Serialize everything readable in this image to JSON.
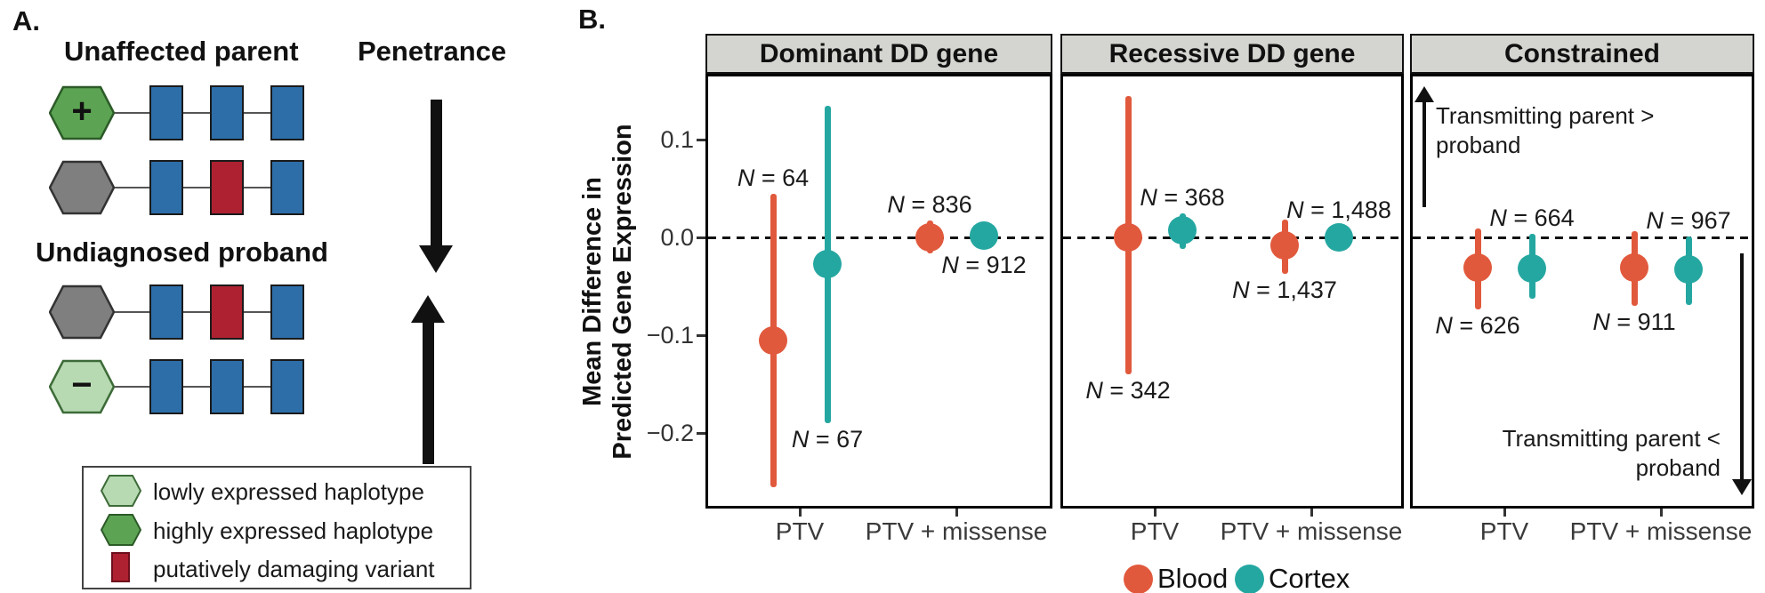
{
  "colors": {
    "blood": "#E1593C",
    "cortex": "#25A7A1",
    "exon_blue": "#2D6EA9",
    "damaging_red": "#AE2130",
    "high_expr_green": "#5CA453",
    "low_expr_green": "#B7DAB2",
    "unknown_gray": "#7F7F7F",
    "facet_header_bg": "#D4D4D0"
  },
  "panel_a": {
    "label": "A.",
    "parent_title": "Unaffected parent",
    "penetrance_title": "Penetrance",
    "proband_title": "Undiagnosed proband",
    "rows": [
      {
        "group": "parent",
        "hexagon": "highly_expressed",
        "symbol": "+",
        "exons": [
          "normal",
          "normal",
          "normal"
        ]
      },
      {
        "group": "parent",
        "hexagon": "unknown",
        "symbol": "",
        "exons": [
          "normal",
          "damaging",
          "normal"
        ]
      },
      {
        "group": "proband",
        "hexagon": "unknown",
        "symbol": "",
        "exons": [
          "normal",
          "damaging",
          "normal"
        ]
      },
      {
        "group": "proband",
        "hexagon": "lowly_expressed",
        "symbol": "−",
        "exons": [
          "normal",
          "normal",
          "normal"
        ]
      }
    ],
    "legend": [
      {
        "swatch": "hexagon_low",
        "label": "lowly expressed haplotype"
      },
      {
        "swatch": "hexagon_high",
        "label": "highly expressed haplotype"
      },
      {
        "swatch": "rect_damaging",
        "label": "putatively damaging variant"
      }
    ]
  },
  "panel_b_label": "B.",
  "chart_data": {
    "type": "pointrange",
    "ylabel": "Mean Difference in Predicted Gene Expression",
    "ylabel_lines": [
      "Mean Difference in",
      "Predicted Gene Expression"
    ],
    "ylim": [
      -0.28,
      0.165
    ],
    "y_ticks": [
      {
        "v": 0.1,
        "label": "0.1"
      },
      {
        "v": 0.0,
        "label": "0.0"
      },
      {
        "v": -0.1,
        "label": "−0.1"
      },
      {
        "v": -0.2,
        "label": "−0.2"
      }
    ],
    "zero_line": 0.0,
    "grid": "off",
    "x_categories": [
      "PTV",
      "PTV + missense"
    ],
    "series_legend": [
      {
        "name": "Blood",
        "color_key": "blood"
      },
      {
        "name": "Cortex",
        "color_key": "cortex"
      }
    ],
    "facets": [
      {
        "title": "Dominant DD gene",
        "points": [
          {
            "x": "PTV",
            "series": "Blood",
            "y": -0.105,
            "ci_low": -0.255,
            "ci_high": 0.045,
            "n": 64,
            "n_label": "N = 64",
            "n_side": "above"
          },
          {
            "x": "PTV",
            "series": "Cortex",
            "y": -0.027,
            "ci_low": -0.19,
            "ci_high": 0.135,
            "n": 67,
            "n_label": "N = 67",
            "n_side": "below"
          },
          {
            "x": "PTV + missense",
            "series": "Blood",
            "y": 0.0,
            "ci_low": -0.016,
            "ci_high": 0.017,
            "n": 836,
            "n_label": "N = 836",
            "n_side": "above"
          },
          {
            "x": "PTV + missense",
            "series": "Cortex",
            "y": 0.002,
            "ci_low": -0.012,
            "ci_high": 0.015,
            "n": 912,
            "n_label": "N = 912",
            "n_side": "below"
          }
        ]
      },
      {
        "title": "Recessive DD gene",
        "points": [
          {
            "x": "PTV",
            "series": "Blood",
            "y": 0.0,
            "ci_low": -0.14,
            "ci_high": 0.145,
            "n": 342,
            "n_label": "N = 342",
            "n_side": "below"
          },
          {
            "x": "PTV",
            "series": "Cortex",
            "y": 0.007,
            "ci_low": -0.012,
            "ci_high": 0.025,
            "n": 368,
            "n_label": "N = 368",
            "n_side": "above"
          },
          {
            "x": "PTV + missense",
            "series": "Blood",
            "y": -0.008,
            "ci_low": -0.037,
            "ci_high": 0.018,
            "n": 1437,
            "n_label": "N = 1,437",
            "n_side": "below"
          },
          {
            "x": "PTV + missense",
            "series": "Cortex",
            "y": 0.0,
            "ci_low": -0.012,
            "ci_high": 0.012,
            "n": 1488,
            "n_label": "N = 1,488",
            "n_side": "above"
          }
        ]
      },
      {
        "title": "Constrained",
        "points": [
          {
            "x": "PTV",
            "series": "Blood",
            "y": -0.031,
            "ci_low": -0.074,
            "ci_high": 0.009,
            "n": 626,
            "n_label": "N = 626",
            "n_side": "below"
          },
          {
            "x": "PTV",
            "series": "Cortex",
            "y": -0.032,
            "ci_low": -0.063,
            "ci_high": 0.004,
            "n": 664,
            "n_label": "N = 664",
            "n_side": "above"
          },
          {
            "x": "PTV + missense",
            "series": "Blood",
            "y": -0.031,
            "ci_low": -0.07,
            "ci_high": 0.006,
            "n": 911,
            "n_label": "N = 911",
            "n_side": "below"
          },
          {
            "x": "PTV + missense",
            "series": "Cortex",
            "y": -0.033,
            "ci_low": -0.069,
            "ci_high": 0.001,
            "n": 967,
            "n_label": "N = 967",
            "n_side": "above"
          }
        ]
      }
    ],
    "annotations": {
      "upper": "Transmitting parent > proband",
      "upper_lines": [
        "Transmitting parent >",
        "proband"
      ],
      "lower": "Transmitting parent < proband",
      "lower_lines": [
        "Transmitting parent <",
        "proband"
      ]
    },
    "legend_position": "bottom"
  }
}
